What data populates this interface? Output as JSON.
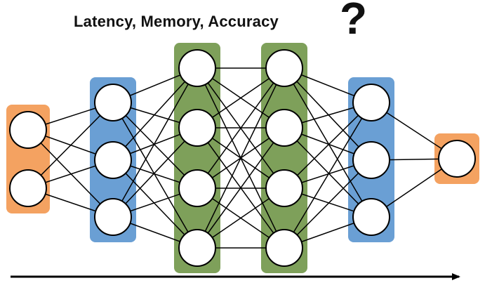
{
  "header": {
    "title": "Latency, Memory, Accuracy",
    "question_mark": "?"
  },
  "network": {
    "layers": [
      {
        "role": "input",
        "neurons": 2,
        "color": "#f4a261"
      },
      {
        "role": "hidden",
        "neurons": 3,
        "color": "#6a9fd4"
      },
      {
        "role": "hidden",
        "neurons": 4,
        "color": "#7ea05a"
      },
      {
        "role": "hidden",
        "neurons": 4,
        "color": "#7ea05a"
      },
      {
        "role": "hidden",
        "neurons": 3,
        "color": "#6a9fd4"
      },
      {
        "role": "output",
        "neurons": 1,
        "color": "#f4a261"
      }
    ]
  },
  "colors": {
    "input_output": "#f4a261",
    "hidden_blue": "#6a9fd4",
    "hidden_green": "#7ea05a",
    "edge": "#000000",
    "neuron_fill": "#ffffff"
  }
}
